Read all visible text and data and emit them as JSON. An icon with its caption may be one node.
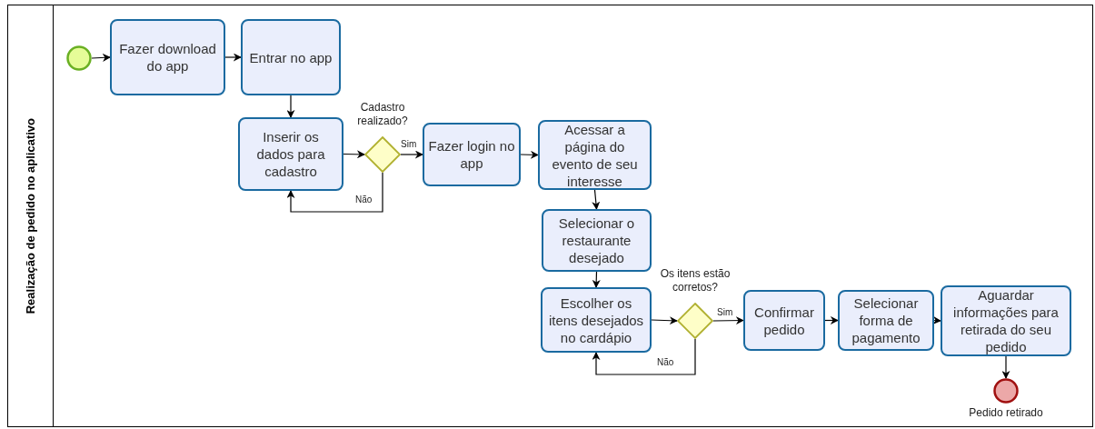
{
  "diagram": {
    "nodes": [
      {
        "text": [
          "Realização de pedido no aplicativo"
        ]
      },
      {
        "text": [],
        "shape": "circle",
        "in": 0
      },
      {
        "text": [
          "Fazer download do app"
        ],
        "in": 0
      },
      {
        "text": [
          "Entrar no app"
        ],
        "in": 0
      },
      {
        "text": [
          "Inserir os dados para cadastro"
        ],
        "in": 0
      },
      {
        "text": [],
        "shape": "diamond",
        "in": 0,
        "beside": [
          "Cadastro realizado?"
        ]
      },
      {
        "text": [
          "Fazer login no app"
        ],
        "in": 0
      },
      {
        "text": [
          "Acessar a página do evento de seu interesse"
        ],
        "in": 0
      },
      {
        "text": [
          "Selecionar o restaurante desejado"
        ],
        "in": 0
      },
      {
        "text": [
          "Escolher os itens desejados no cardápio"
        ],
        "in": 0
      },
      {
        "text": [],
        "shape": "diamond",
        "in": 0,
        "beside": [
          "Os itens estão corretos?"
        ]
      },
      {
        "text": [
          "Confirmar pedido"
        ],
        "in": 0
      },
      {
        "text": [
          "Selecionar forma de pagamento"
        ],
        "in": 0
      },
      {
        "text": [
          "Aguardar informações para retirada do seu pedido"
        ],
        "in": 0
      },
      {
        "text": [],
        "shape": "circle",
        "in": 0,
        "beside": [
          "Pedido retirado"
        ]
      }
    ],
    "edges": [
      {
        "from": 1,
        "to": 2,
        "arrow": "to"
      },
      {
        "from": 2,
        "to": 3,
        "arrow": "to"
      },
      {
        "from": 3,
        "to": 4,
        "arrow": "to"
      },
      {
        "from": 4,
        "to": 5,
        "arrow": "to"
      },
      {
        "from": 5,
        "to": 6,
        "arrow": "to",
        "label": "Sim"
      },
      {
        "from": 5,
        "to": 4,
        "arrow": "to",
        "label": "Não"
      },
      {
        "from": 6,
        "to": 7,
        "arrow": "to"
      },
      {
        "from": 7,
        "to": 8,
        "arrow": "to"
      },
      {
        "from": 8,
        "to": 9,
        "arrow": "to"
      },
      {
        "from": 9,
        "to": 10,
        "arrow": "to"
      },
      {
        "from": 10,
        "to": 11,
        "arrow": "to",
        "label": "Sim"
      },
      {
        "from": 10,
        "to": 9,
        "arrow": "to",
        "label": "Não"
      },
      {
        "from": 11,
        "to": 12,
        "arrow": "to"
      },
      {
        "from": 12,
        "to": 13,
        "arrow": "to"
      },
      {
        "from": 13,
        "to": 14,
        "arrow": "to"
      }
    ]
  }
}
